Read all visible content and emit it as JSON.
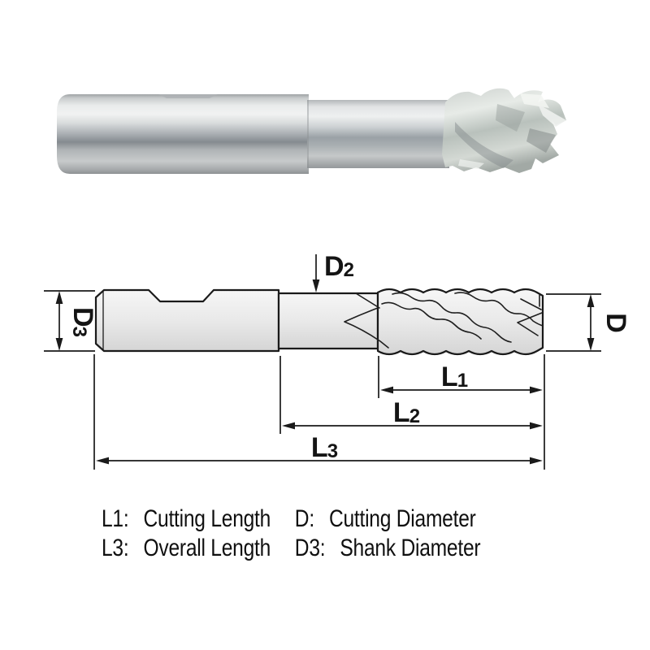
{
  "figure": {
    "type": "end-mill technical diagram",
    "colors": {
      "line": "#1a1a1a",
      "drawing_fill_top": "#f6f6f6",
      "drawing_fill_bottom": "#d5d5d5",
      "photo_highlight": "#eceeee",
      "photo_dark_band": "#747a7e",
      "background": "#ffffff"
    }
  },
  "drawing": {
    "labels": {
      "d2": {
        "main": "D",
        "sub": "2"
      },
      "d3": {
        "main": "D",
        "sub": "3"
      },
      "d": {
        "main": "D",
        "sub": ""
      },
      "l1": {
        "main": "L",
        "sub": "1"
      },
      "l2": {
        "main": "L",
        "sub": "2"
      },
      "l3": {
        "main": "L",
        "sub": "3"
      }
    }
  },
  "legend": {
    "items": [
      {
        "label": "L1:",
        "desc": "Cutting Length"
      },
      {
        "label": "D:",
        "desc": "Cutting Diameter"
      },
      {
        "label": "L3:",
        "desc": "Overall Length"
      },
      {
        "label": "D3:",
        "desc": "Shank Diameter"
      }
    ]
  }
}
